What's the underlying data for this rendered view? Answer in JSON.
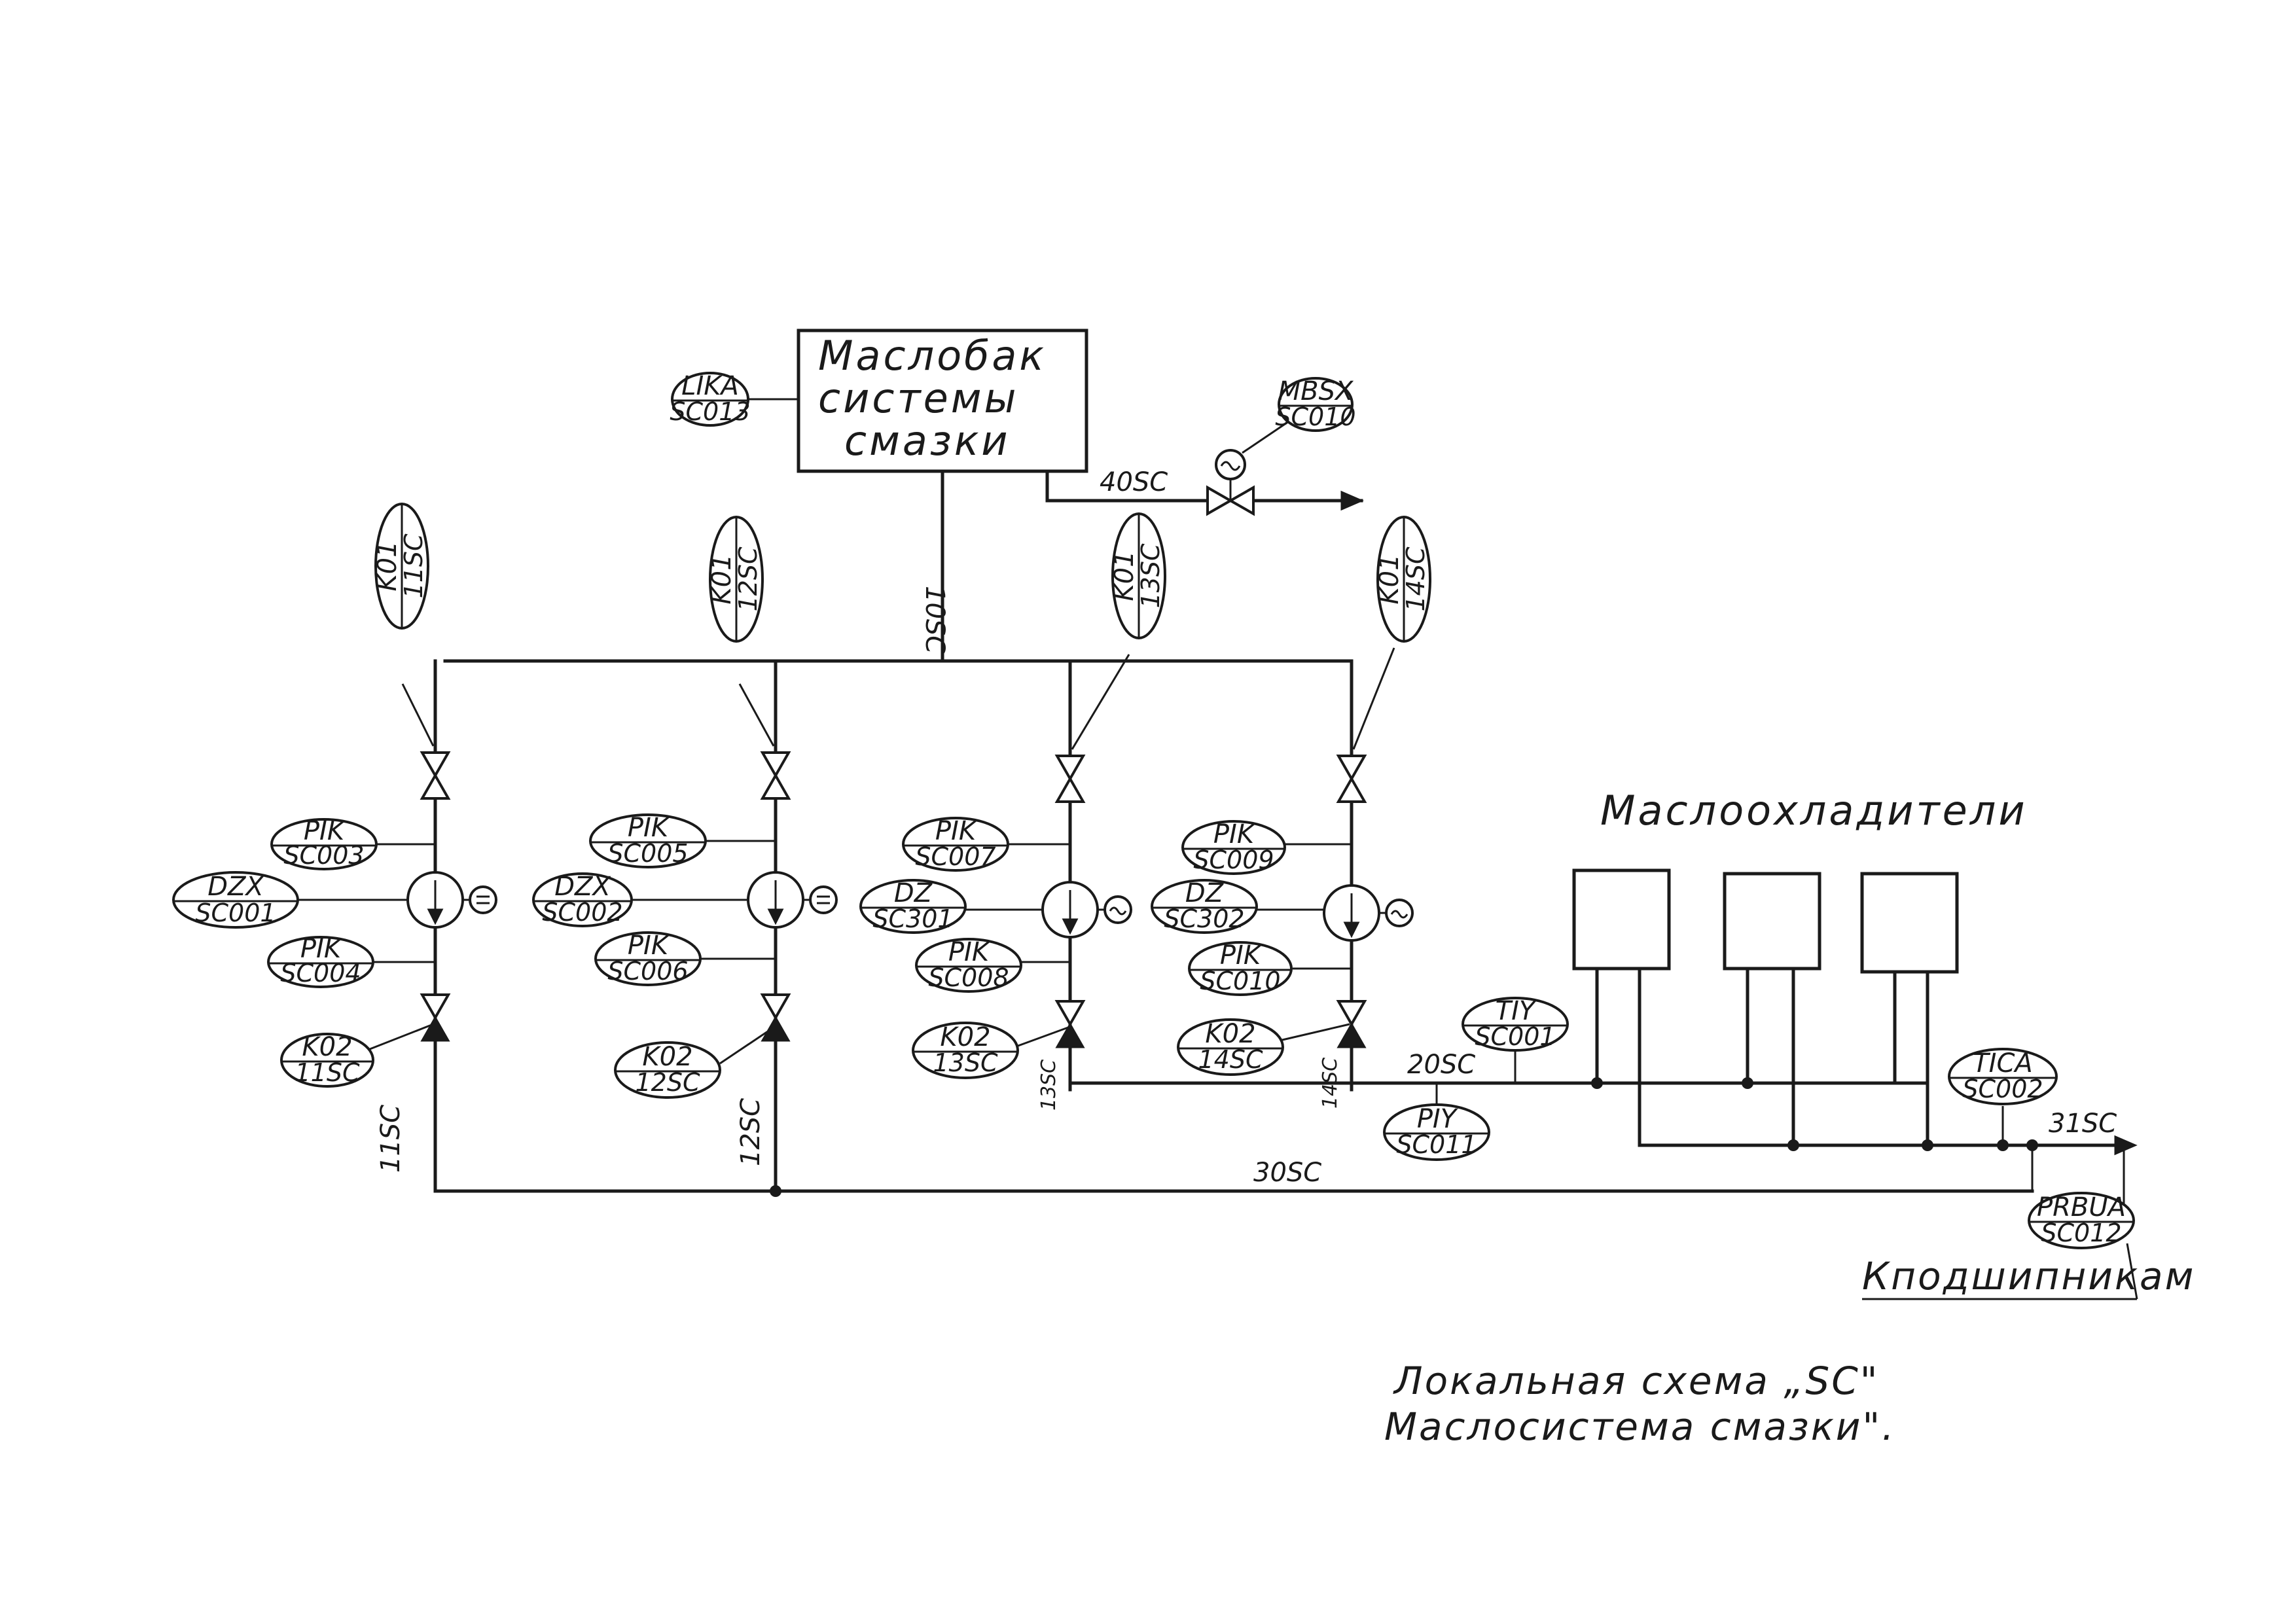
{
  "tank": {
    "line1": "Маслобак",
    "line2": "системы",
    "line3": "смазки"
  },
  "coolers_label": "Маслоохладители",
  "bearing_label": "Кподшипникам",
  "caption": {
    "line1": "Локальная схема „SC\"",
    "line2": "Маслосистема смазки\"."
  },
  "pipes": {
    "p10": "10SC",
    "p40": "40SC",
    "p11": "11SC",
    "p12": "12SC",
    "p13": "13SC",
    "p14": "14SC",
    "p20": "20SC",
    "p30": "30SC",
    "p31": "31SC"
  },
  "instruments": {
    "lika": {
      "top": "LIKA",
      "bot": "SC013"
    },
    "mbsx": {
      "top": "MBSX",
      "bot": "SC010"
    },
    "k01_11": {
      "top": "K01",
      "bot": "11SC"
    },
    "k01_12": {
      "top": "K01",
      "bot": "12SC"
    },
    "k01_13": {
      "top": "K01",
      "bot": "13SC"
    },
    "k01_14": {
      "top": "K01",
      "bot": "14SC"
    },
    "pik3": {
      "top": "PIK",
      "bot": "SC003"
    },
    "dzx1": {
      "top": "DZX",
      "bot": "SC001"
    },
    "pik4": {
      "top": "PIK",
      "bot": "SC004"
    },
    "pik5": {
      "top": "PIK",
      "bot": "SC005"
    },
    "dzx2": {
      "top": "DZX",
      "bot": "SC002"
    },
    "pik6": {
      "top": "PIK",
      "bot": "SC006"
    },
    "pik7": {
      "top": "PIK",
      "bot": "SC007"
    },
    "dz301": {
      "top": "DZ",
      "bot": "SC301"
    },
    "pik8": {
      "top": "PIK",
      "bot": "SC008"
    },
    "pik9": {
      "top": "PIK",
      "bot": "SC009"
    },
    "dz302": {
      "top": "DZ",
      "bot": "SC302"
    },
    "pik10": {
      "top": "PIK",
      "bot": "SC010"
    },
    "k02_11": {
      "top": "K02",
      "bot": "11SC"
    },
    "k02_12": {
      "top": "K02",
      "bot": "12SC"
    },
    "k02_13": {
      "top": "K02",
      "bot": "13SC"
    },
    "k02_14": {
      "top": "K02",
      "bot": "14SC"
    },
    "tiy": {
      "top": "TIY",
      "bot": "SC001"
    },
    "piy": {
      "top": "PIY",
      "bot": "SC011"
    },
    "tica": {
      "top": "TICA",
      "bot": "SC002"
    },
    "pbu": {
      "top": "PRBUA",
      "bot": "SC012"
    }
  }
}
